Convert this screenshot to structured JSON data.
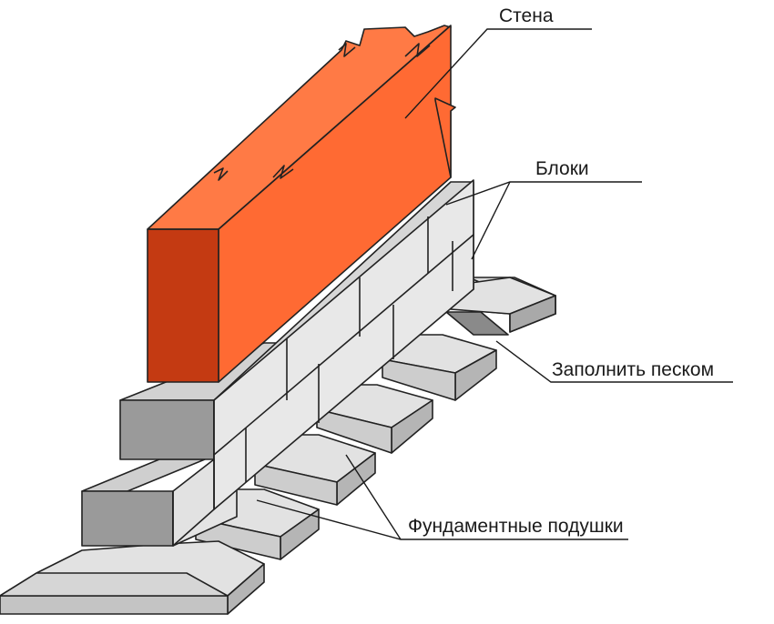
{
  "labels": {
    "wall": "Стена",
    "blocks": "Блоки",
    "sand_fill": "Заполнить песком",
    "foundation_pads": "Фундаментные подушки"
  },
  "colors": {
    "wall_front": "#ff6a33",
    "wall_top": "#ff7a45",
    "wall_end": "#c43a12",
    "block_face": "#e8e8e8",
    "block_top": "#d2d2d2",
    "block_end": "#9a9a9a",
    "pad_top": "#dcdcdc",
    "pad_front": "#c9c9c9",
    "pad_end": "#8e8e8e",
    "gap_fill": "#8a8a8a",
    "outline": "#222222"
  }
}
